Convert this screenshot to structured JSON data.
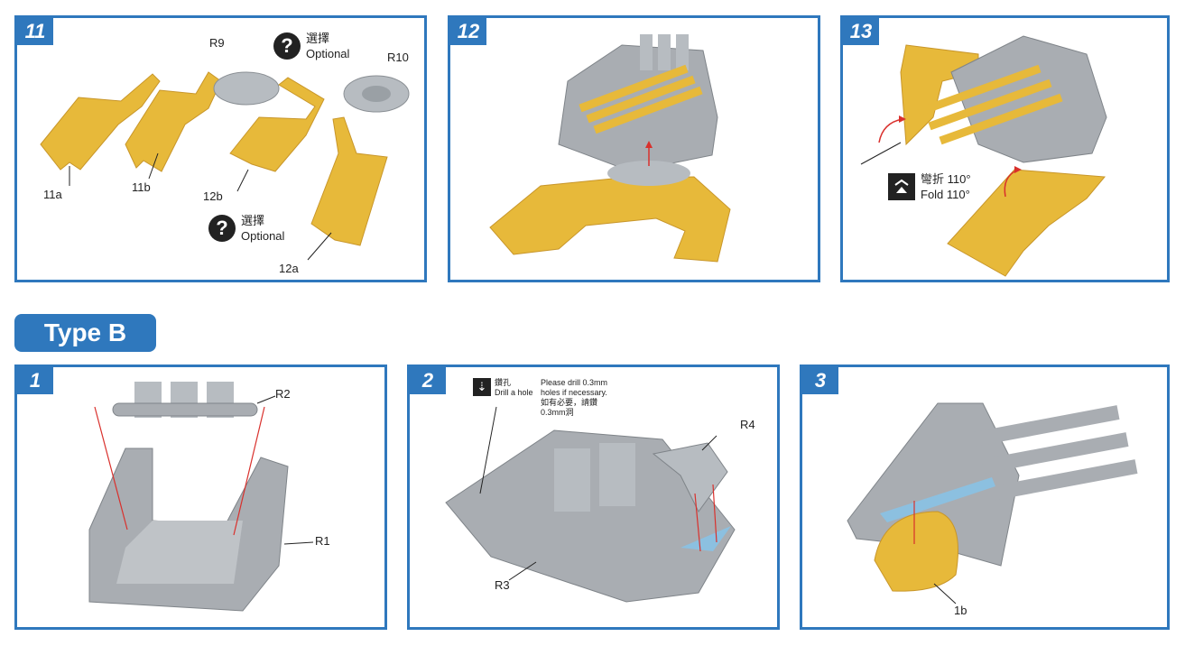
{
  "panels": {
    "p11": {
      "step": "11",
      "labels": {
        "r9": "R9",
        "r10": "R10",
        "p11a": "11a",
        "p11b": "11b",
        "p12b": "12b",
        "p12a": "12a"
      },
      "optional_top": {
        "line1": "選擇",
        "line2": "Optional"
      },
      "optional_bottom": {
        "line1": "選擇",
        "line2": "Optional"
      }
    },
    "p12": {
      "step": "12"
    },
    "p13": {
      "step": "13",
      "fold": {
        "line1": "彎折 110°",
        "line2": "Fold 110°"
      }
    },
    "section_title": "Type B",
    "b1": {
      "step": "1",
      "labels": {
        "r2": "R2",
        "r1": "R1"
      }
    },
    "b2": {
      "step": "2",
      "drill": {
        "line1": "鑽孔",
        "line2": "Drill a hole"
      },
      "drill_note": {
        "line1": "Please drill 0.3mm",
        "line2": "holes if necessary.",
        "line3": "如有必要，請鑽",
        "line4": "0.3mm洞"
      },
      "labels": {
        "r4": "R4",
        "r3": "R3"
      }
    },
    "b3": {
      "step": "3",
      "labels": {
        "p1b": "1b"
      }
    }
  },
  "icons": [
    "question-mark-icon",
    "fold-arrow-icon",
    "drill-icon"
  ],
  "colors": {
    "frame": "#2f78bd",
    "brass": "#e7b93a",
    "grey_part": "#a9adb2",
    "arrow": "#d9302c"
  }
}
